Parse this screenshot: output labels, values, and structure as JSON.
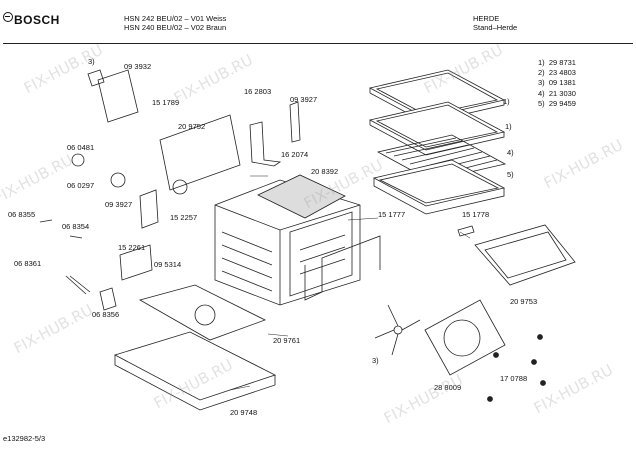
{
  "header": {
    "brand": "BOSCH",
    "model_line_1": "HSN 242 BEU/02 – V01 Weiss",
    "model_line_2": "HSN 240 BEU/02 – V02 Braun",
    "category": "HERDE",
    "subcategory": "Stand–Herde"
  },
  "legend": [
    {
      "key": "1)",
      "part": "29 8731"
    },
    {
      "key": "2)",
      "part": "23 4803"
    },
    {
      "key": "3)",
      "part": "09 1381"
    },
    {
      "key": "4)",
      "part": "21 3030"
    },
    {
      "key": "5)",
      "part": "29 9459"
    }
  ],
  "labels": {
    "p093932": "09 3932",
    "p151789": "15 1789",
    "p209752": "20 9752",
    "p162803": "16 2803",
    "p093927a": "09 3927",
    "p060481": "06 0481",
    "p060297": "06 0297",
    "p093927b": "09 3927",
    "p162074": "16 2074",
    "p208392": "20 8392",
    "p152257": "15 2257",
    "p068355": "06 8355",
    "p068354": "06 8354",
    "p152261": "15 2261",
    "p095314": "09 5314",
    "p068361": "06 8361",
    "p068356": "06 8356",
    "p151777": "15 1777",
    "p151778": "15 1778",
    "p209753": "20 9753",
    "p209761": "20 9761",
    "p209748": "20 9748",
    "p288009": "28 8009",
    "p170788": "17 0788",
    "ref3a": "3)",
    "ref3b": "3)",
    "ref1a": "1)",
    "ref1b": "1)",
    "ref4": "4)",
    "ref5": "5)"
  },
  "footer": {
    "doc_id": "e132982-5/3"
  },
  "watermark": "FIX-HUB.RU"
}
